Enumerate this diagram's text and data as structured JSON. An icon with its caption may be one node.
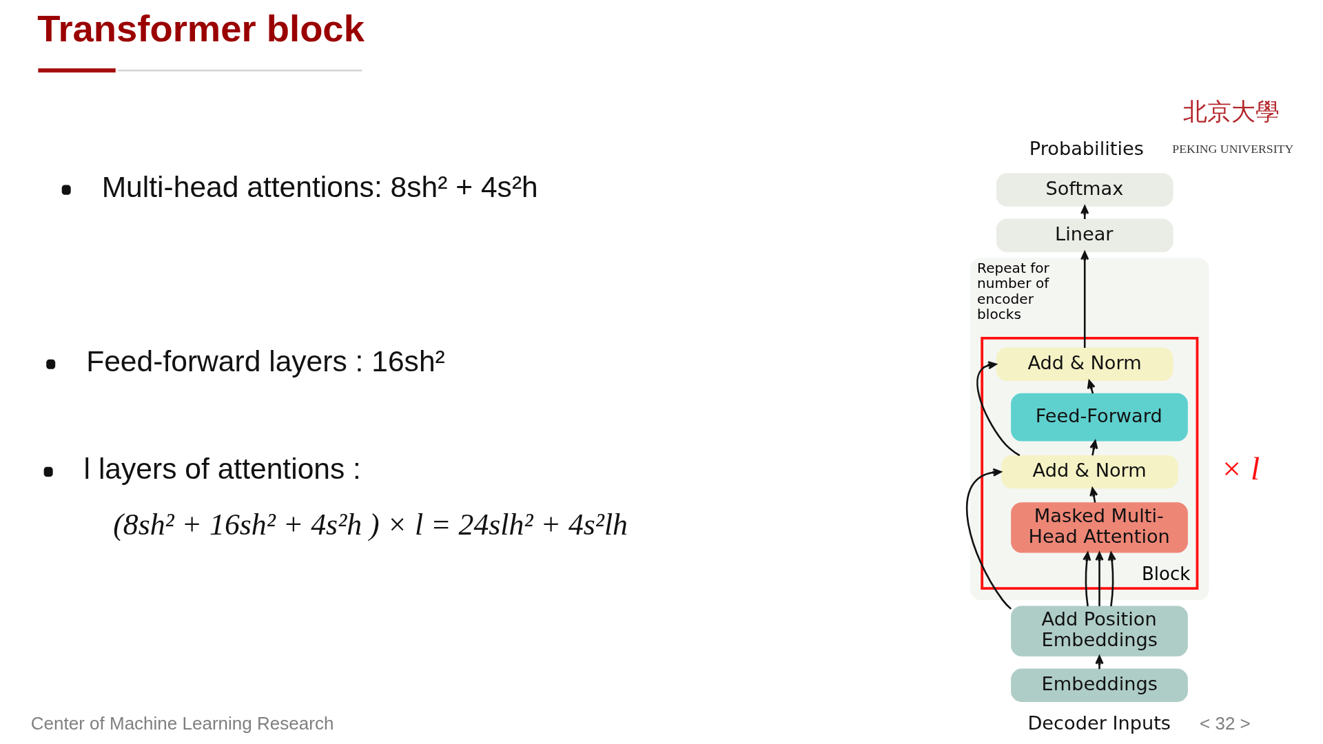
{
  "diagram": {
    "title": "Transformer block",
    "nodes": [
      {
        "text": [
          "Softmax"
        ]
      },
      {
        "text": [
          "Linear"
        ]
      },
      {
        "text": [
          "Repeat for number of encoder blocks"
        ]
      },
      {
        "text": [
          "Block"
        ],
        "in": 2
      },
      {
        "text": [
          "Add & Norm"
        ],
        "in": 3
      },
      {
        "text": [
          "Feed-Forward"
        ],
        "in": 3
      },
      {
        "text": [
          "Add & Norm"
        ],
        "in": 3
      },
      {
        "text": [
          "Masked Multi- Head Attention"
        ],
        "in": 3
      },
      {
        "text": [
          "Add Position Embeddings"
        ]
      },
      {
        "text": [
          "Embeddings"
        ]
      }
    ],
    "edges": [
      {
        "from": 1,
        "to": 0,
        "arrow": "to"
      },
      {
        "from": 4,
        "to": 1,
        "arrow": "to"
      },
      {
        "from": 5,
        "to": 4,
        "arrow": "to"
      },
      {
        "from": 6,
        "to": 4,
        "arrow": "to"
      },
      {
        "from": 6,
        "to": 5,
        "arrow": "to"
      },
      {
        "from": 7,
        "to": 6,
        "arrow": "to"
      },
      {
        "from": 8,
        "to": 6,
        "arrow": "to"
      },
      {
        "from": 8,
        "to": 7,
        "arrow": "to"
      },
      {
        "from": 8,
        "to": 7,
        "arrow": "to"
      },
      {
        "from": 8,
        "to": 7,
        "arrow": "to"
      },
      {
        "from": 9,
        "to": 8,
        "arrow": "to"
      }
    ],
    "labels": [
      "北京大學",
      "PEKING UNIVERSITY",
      "Multi-head attentions: 8sh² + 4s²h",
      "Feed-forward layers : 16sh²",
      "l layers of attentions :",
      "(8sh² + 16sh² + 4s²h ) × l = 24slh² + 4s²lh",
      "Probabilities",
      "× l",
      "Decoder Inputs",
      "Center of Machine Learning Research",
      "< 32 >"
    ]
  }
}
